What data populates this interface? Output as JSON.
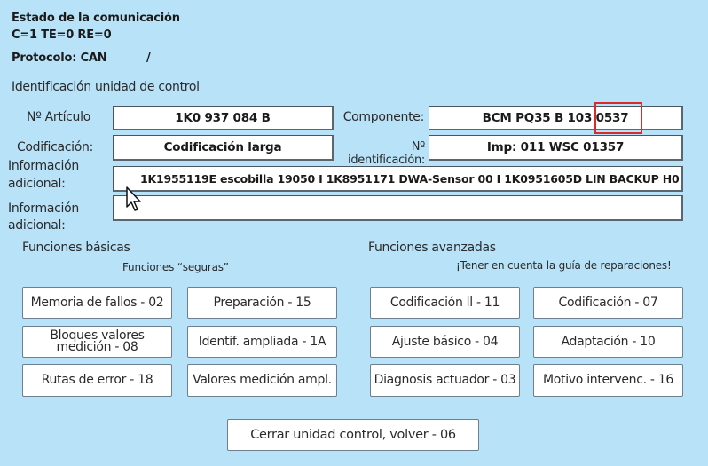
{
  "status": {
    "title": "Estado de la comunicación",
    "counters": "C=1 TE=0 RE=0",
    "protocol_label": "Protocolo: CAN",
    "protocol_sep": "/"
  },
  "identification": {
    "title": "Identificación unidad de control",
    "article_label": "Nº Artículo",
    "article_value": "1K0 937 084 B",
    "component_label": "Componente:",
    "component_value": "BCM PQ35  B  103  0537",
    "coding_label": "Codificación:",
    "coding_value": "Codificación larga",
    "id_label": "Nº identificación:",
    "id_value": "Imp: 011     WSC 01357",
    "info1_label_line1": "Información",
    "info1_label_line2": "adicional:",
    "info1_value": "1K1955119E escobilla 19050  I  1K8951171 DWA-Sensor  00  I  1K0951605D LIN BACKUP H0",
    "info2_label_line1": "Información",
    "info2_label_line2": "adicional:",
    "info2_value": "",
    "highlight_color": "#d92b2b"
  },
  "basic": {
    "title": "Funciones básicas",
    "subtitle": "Funciones “seguras”",
    "buttons": [
      {
        "label": "Memoria de fallos - 02"
      },
      {
        "label": "Preparación - 15"
      },
      {
        "label_line1": "Bloques valores",
        "label_line2": "medición - 08"
      },
      {
        "label": "Identif. ampliada - 1A"
      },
      {
        "label": "Rutas de error - 18"
      },
      {
        "label": "Valores medición ampl."
      }
    ]
  },
  "advanced": {
    "title": "Funciones avanzadas",
    "subtitle": "¡Tener en cuenta la guía de reparaciones!",
    "buttons": [
      {
        "label": "Codificación ll - 11"
      },
      {
        "label": "Codificación - 07"
      },
      {
        "label": "Ajuste básico - 04"
      },
      {
        "label": "Adaptación - 10"
      },
      {
        "label": "Diagnosis actuador - 03"
      },
      {
        "label": "Motivo intervenc. - 16"
      }
    ]
  },
  "footer": {
    "close_label": "Cerrar unidad control, volver - 06"
  },
  "colors": {
    "background": "#b8e2f8",
    "field_bg": "#ffffff"
  }
}
